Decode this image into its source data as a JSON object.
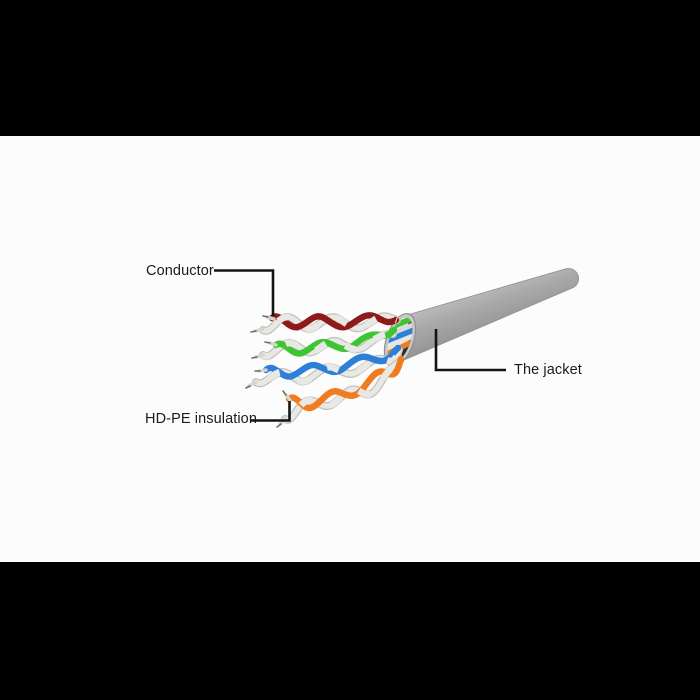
{
  "canvas": {
    "background": "#fcfcfc",
    "letterbox_color": "#000000"
  },
  "labels": {
    "conductor": "Conductor",
    "hdpe_insulation": "HD-PE insulation",
    "the_jacket": "The jacket"
  },
  "colors": {
    "text": "#1b1b1b",
    "leader": "#141414",
    "jacket_edge_dark": "#8a8a8a",
    "jacket_highlight": "#c6c6c6",
    "jacket_mid": "#aaaaaa",
    "jacket_shadow": "#7d7d7d",
    "jacket_outline": "#8f8f8f",
    "cut_rim": "#c9c9c7",
    "cut_inner": "#e6e6e2",
    "cut_shadow_dark": "#2a2f33",
    "cut_shadow_soft": "#44484c",
    "cut_filler": "#d9d9d5",
    "pair_maroon": "#8e1a1a",
    "pair_green": "#3fc432",
    "pair_blue": "#2e7fd8",
    "pair_orange": "#ef7d1f",
    "wire_white": "#e8e8e4",
    "wire_white_edge": "#c3c3bd",
    "tip_cone": "#d6d6d0",
    "tip_dark": "#6e6e68"
  }
}
